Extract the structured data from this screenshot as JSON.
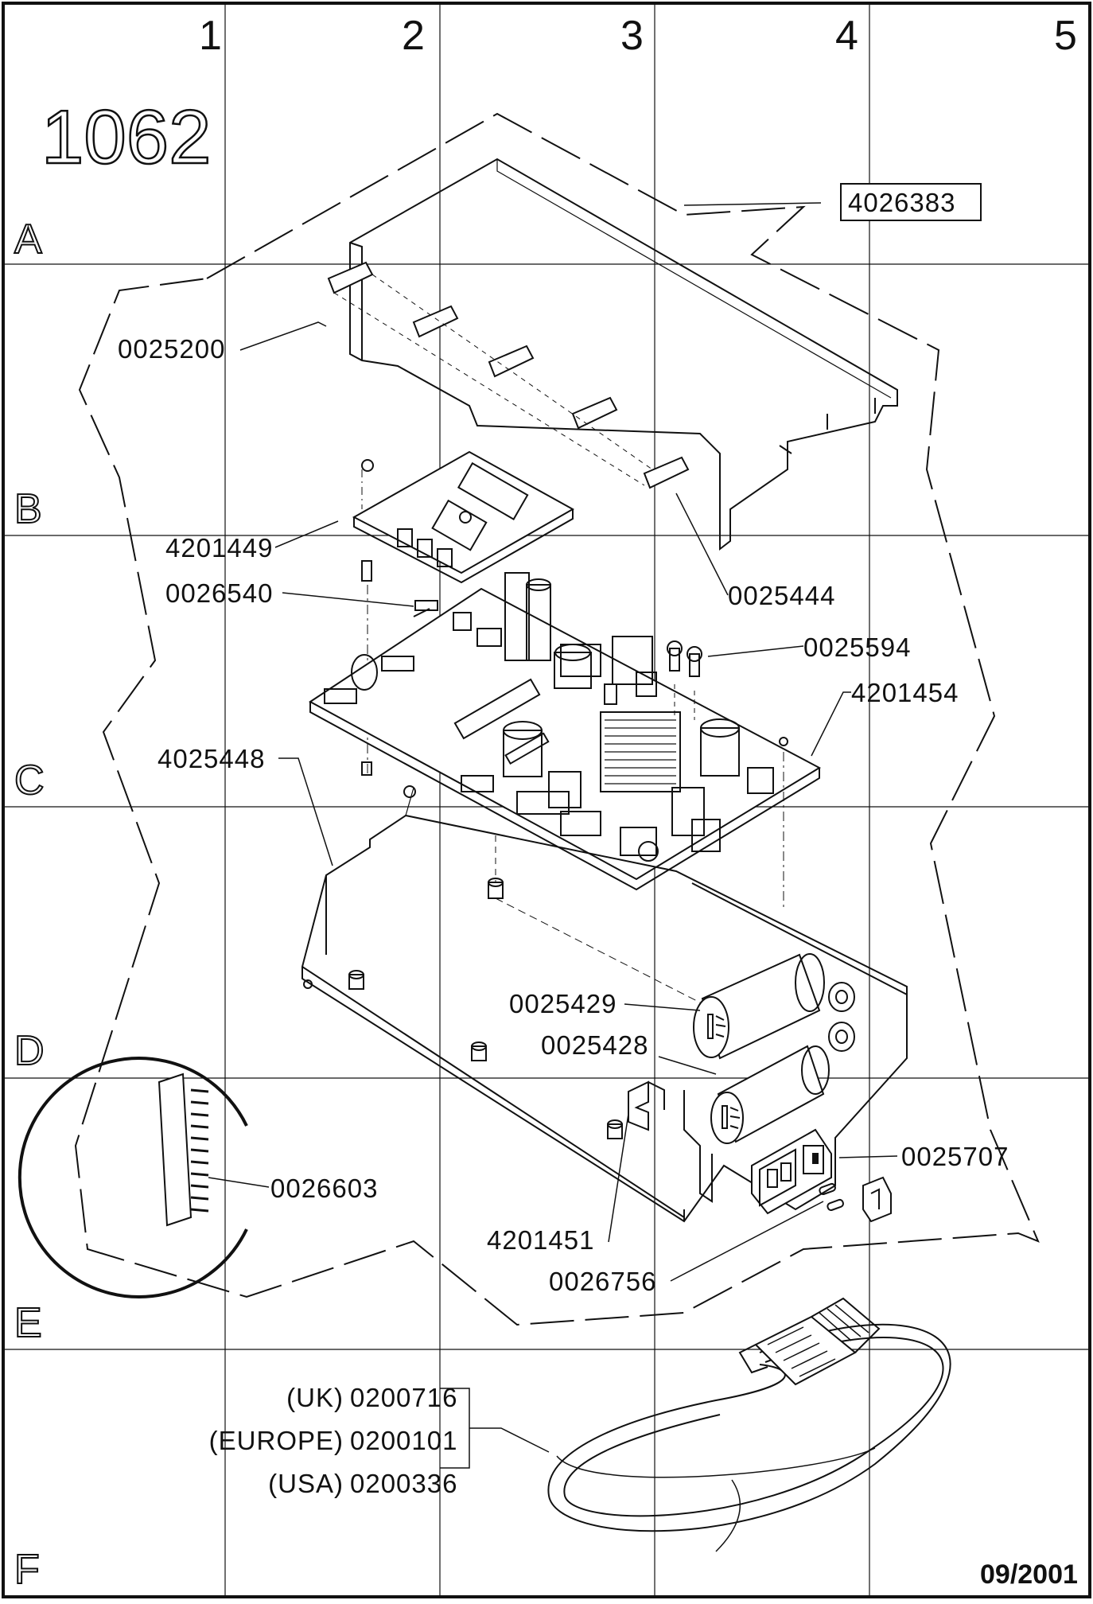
{
  "sheet": {
    "number": "1062",
    "date": "09/2001",
    "columns": [
      "1",
      "2",
      "3",
      "4",
      "5"
    ],
    "rows": [
      "A",
      "B",
      "C",
      "D",
      "E",
      "F"
    ]
  },
  "parts": {
    "cover": "4026383",
    "top_cover": "0025200",
    "control_board": "4201449",
    "fuse_small": "0026540",
    "clip": "0025444",
    "fuse_holder": "0025594",
    "power_board": "4201454",
    "chassis": "4025448",
    "capacitor_1": "0025429",
    "capacitor_2": "0025428",
    "connector_detail": "0026603",
    "bracket": "4201451",
    "mains_inlet": "0025707",
    "fuse_mains": "0026756"
  },
  "cables": [
    {
      "region": "(UK)",
      "part": "0200716"
    },
    {
      "region": "(EUROPE)",
      "part": "0200101"
    },
    {
      "region": "(USA)",
      "part": "0200336"
    }
  ]
}
